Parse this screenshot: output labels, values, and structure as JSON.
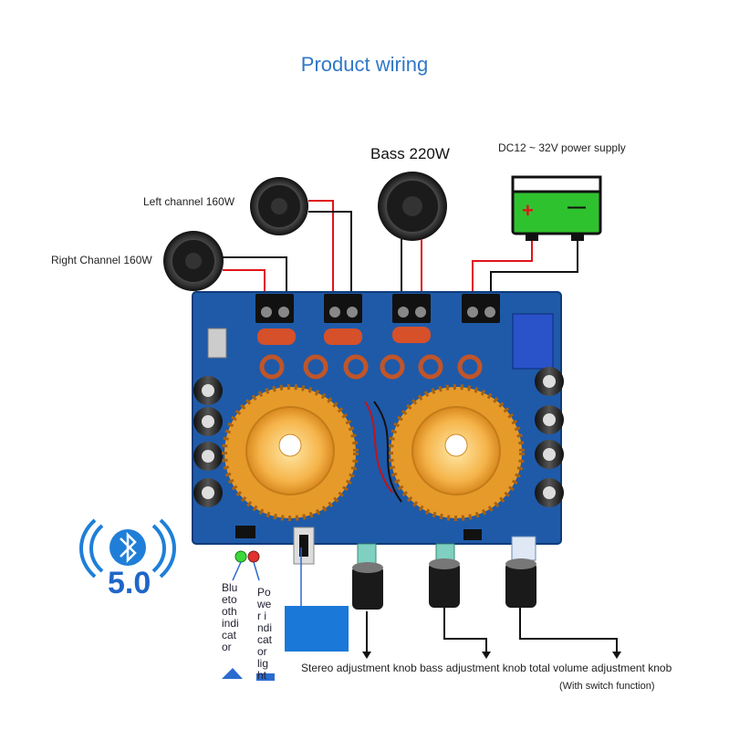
{
  "title": "Product wiring",
  "labels": {
    "left_channel": "Left channel 160W",
    "right_channel": "Right Channel 160W",
    "bass": "Bass 220W",
    "power_supply": "DC12 ~ 32V power supply",
    "plus": "+",
    "minus": "—",
    "bluetooth_version": "5.0",
    "bluetooth_indicator": "Bluetooth indicator",
    "power_indicator": "Power indicator light",
    "knob_labels": "Stereo adjustment knob bass adjustment knob total volume adjustment knob",
    "switch_note": "(With switch function)"
  },
  "colors": {
    "title": "#2f78c8",
    "board": "#1f5aa8",
    "heatsink": "#e69a2a",
    "battery": "#2fc22f",
    "wire_red": "#e0141a",
    "wire_black": "#111111"
  }
}
